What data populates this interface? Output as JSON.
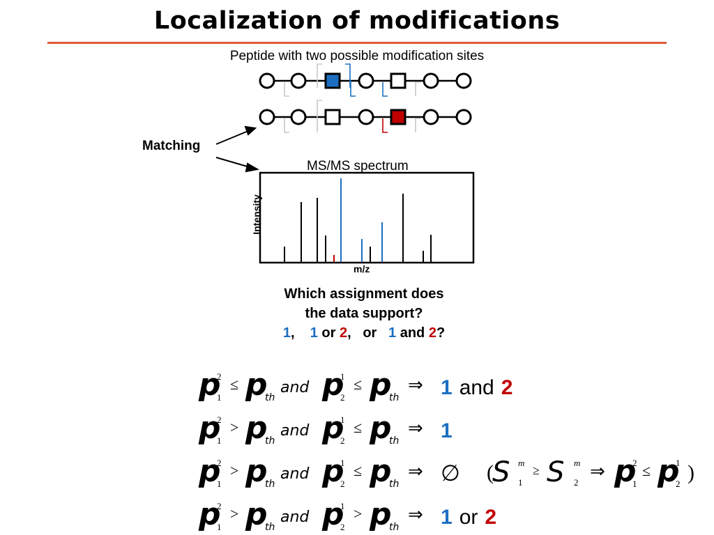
{
  "slide": {
    "title": "Localization of modifications",
    "subtitle": "Peptide with two possible modification sites",
    "matching_label": "Matching",
    "spectrum": {
      "title": "MS/MS spectrum",
      "ylabel": "Intensity",
      "xlabel": "m/z"
    },
    "question": {
      "line1": "Which assignment does",
      "line2": "the data support?",
      "opt1": "1",
      "sep1": ",",
      "opt2a": "1",
      "or_word": "or",
      "opt2b": "2",
      "sep2": ",",
      "or_word2": "or",
      "opt3a": "1",
      "and_word": "and",
      "opt3b": "2",
      "end": "?"
    },
    "peptides": {
      "top": [
        "circle",
        "circle",
        "square-blue",
        "circle",
        "square",
        "circle",
        "circle"
      ],
      "bottom": [
        "circle",
        "circle",
        "square",
        "circle",
        "square-red",
        "circle",
        "circle"
      ]
    },
    "colors": {
      "accent_blue": "#1c6fc0",
      "accent_red": "#c00000",
      "title_rule": "#e05a3a",
      "bracket_gray": "#c8c8c8"
    },
    "equations": [
      {
        "sym1": "p",
        "sup1": "2",
        "sub1": "1",
        "rel1": "≤",
        "pth": "p",
        "th": "th",
        "and": "and",
        "sym2": "p",
        "sup2": "1",
        "sub2": "2",
        "rel2": "≤",
        "implies": "⇒",
        "r_a": "1",
        "r_mid": "and",
        "r_b": "2"
      },
      {
        "sym1": "p",
        "sup1": "2",
        "sub1": "1",
        "rel1": ">",
        "pth": "p",
        "th": "th",
        "and": "and",
        "sym2": "p",
        "sup2": "1",
        "sub2": "2",
        "rel2": "≤",
        "implies": "⇒",
        "r_a": "1",
        "r_mid": "",
        "r_b": ""
      },
      {
        "sym1": "p",
        "sup1": "2",
        "sub1": "1",
        "rel1": ">",
        "pth": "p",
        "th": "th",
        "and": "and",
        "sym2": "p",
        "sup2": "1",
        "sub2": "2",
        "rel2": "≤",
        "implies": "⇒",
        "r_a": "",
        "r_mid": "",
        "r_b": "",
        "empty": "∅",
        "cond": {
          "open": "(",
          "S": "S",
          "m": "m",
          "s1": "1",
          "ge": "≥",
          "s2": "2",
          "implies": "⇒",
          "p": "p",
          "psup1": "2",
          "psub1": "1",
          "le": "≤",
          "psup2": "1",
          "psub2": "2",
          "close": ")"
        }
      },
      {
        "sym1": "p",
        "sup1": "2",
        "sub1": "1",
        "rel1": ">",
        "pth": "p",
        "th": "th",
        "and": "and",
        "sym2": "p",
        "sup2": "1",
        "sub2": "2",
        "rel2": ">",
        "implies": "⇒",
        "r_a": "1",
        "r_mid": "or",
        "r_b": "2"
      }
    ]
  }
}
